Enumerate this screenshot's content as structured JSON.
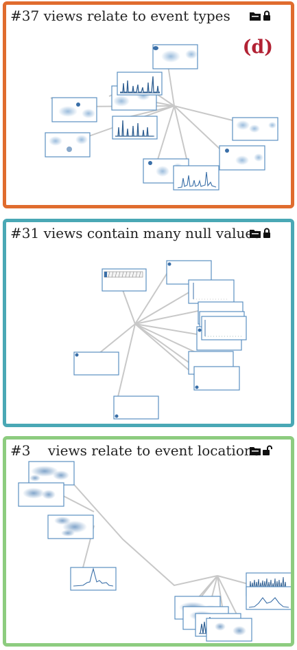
{
  "clusters": [
    {
      "count": "#37",
      "title": "views relate to event types",
      "tag": "(d)",
      "folder_icon": "folder-icon",
      "lock_icon": "lock-closed-icon",
      "border_color": "#e06c2e"
    },
    {
      "count": "#31",
      "title": "views contain many null values",
      "tag": "",
      "folder_icon": "folder-icon",
      "lock_icon": "lock-closed-icon",
      "border_color": "#4aa8b5"
    },
    {
      "count": "#3",
      "title": "views relate to event locations",
      "tag": "",
      "folder_icon": "folder-icon",
      "lock_icon": "lock-open-icon",
      "border_color": "#8dcc7f"
    }
  ]
}
